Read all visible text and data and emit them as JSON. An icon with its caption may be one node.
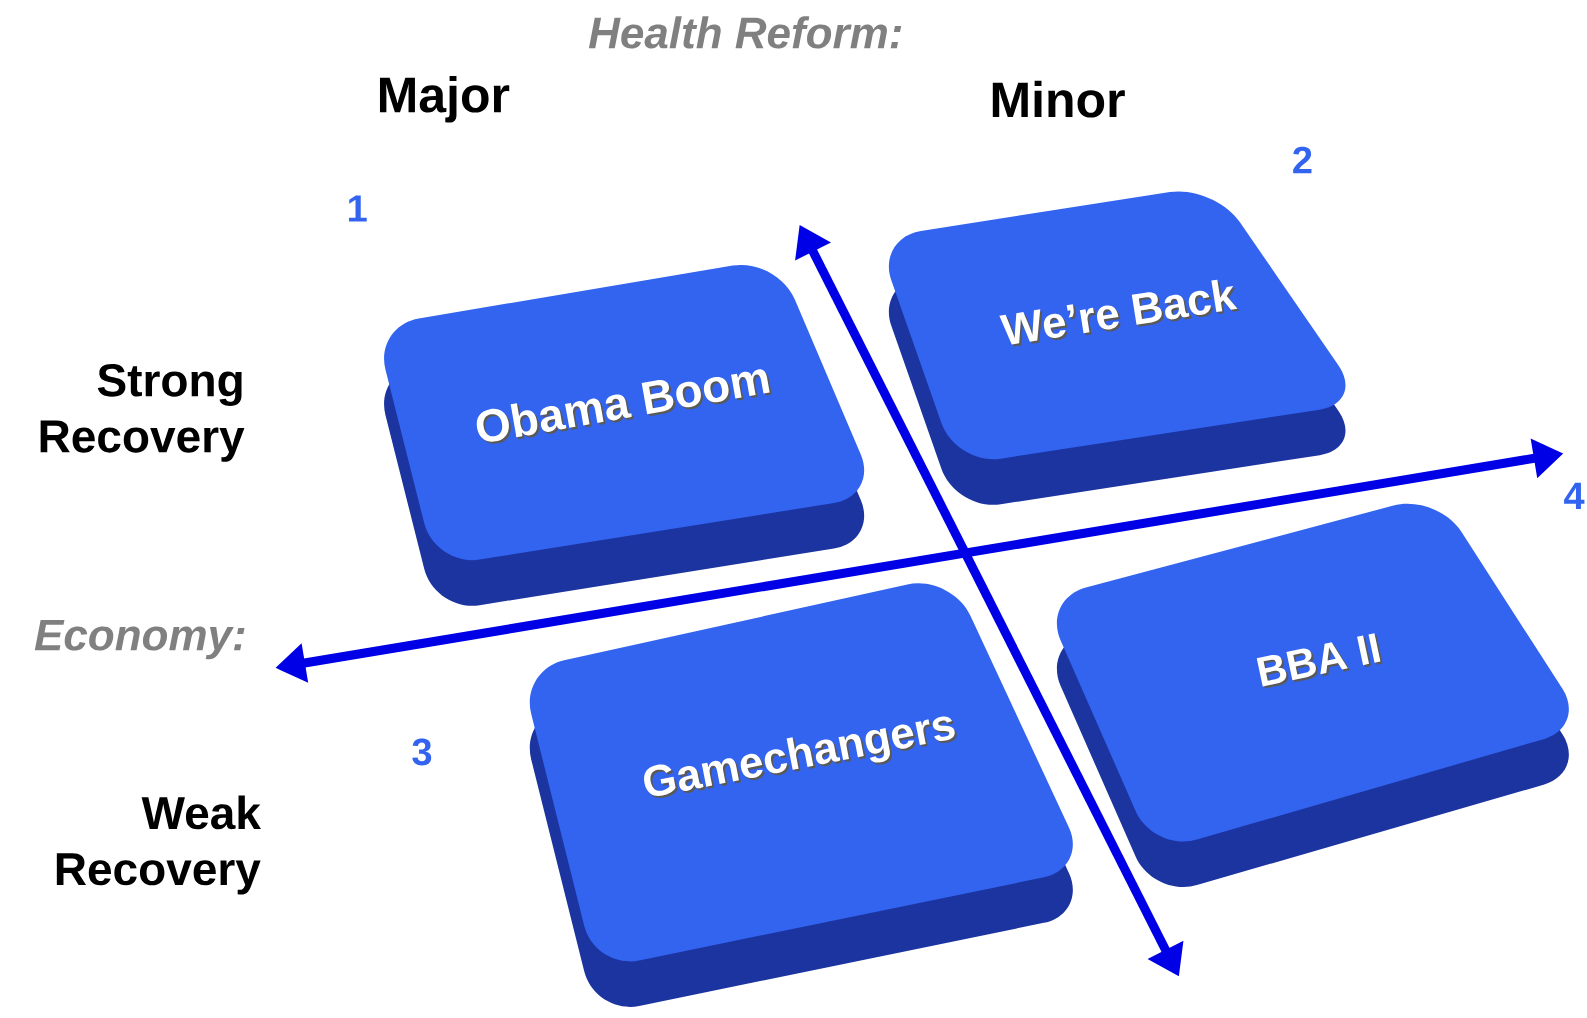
{
  "diagram": {
    "nodes": [
      {
        "text": [
          "Obama Boom"
        ]
      },
      {
        "text": [
          "We’re Back"
        ]
      },
      {
        "text": [
          "Gamechangers"
        ]
      },
      {
        "text": [
          "BBA II"
        ]
      }
    ],
    "labels": [
      "Health Reform:",
      "Major",
      "Minor",
      "2",
      "1",
      "Strong Recovery",
      "4",
      "Economy:",
      "3",
      "Weak Recovery"
    ]
  }
}
